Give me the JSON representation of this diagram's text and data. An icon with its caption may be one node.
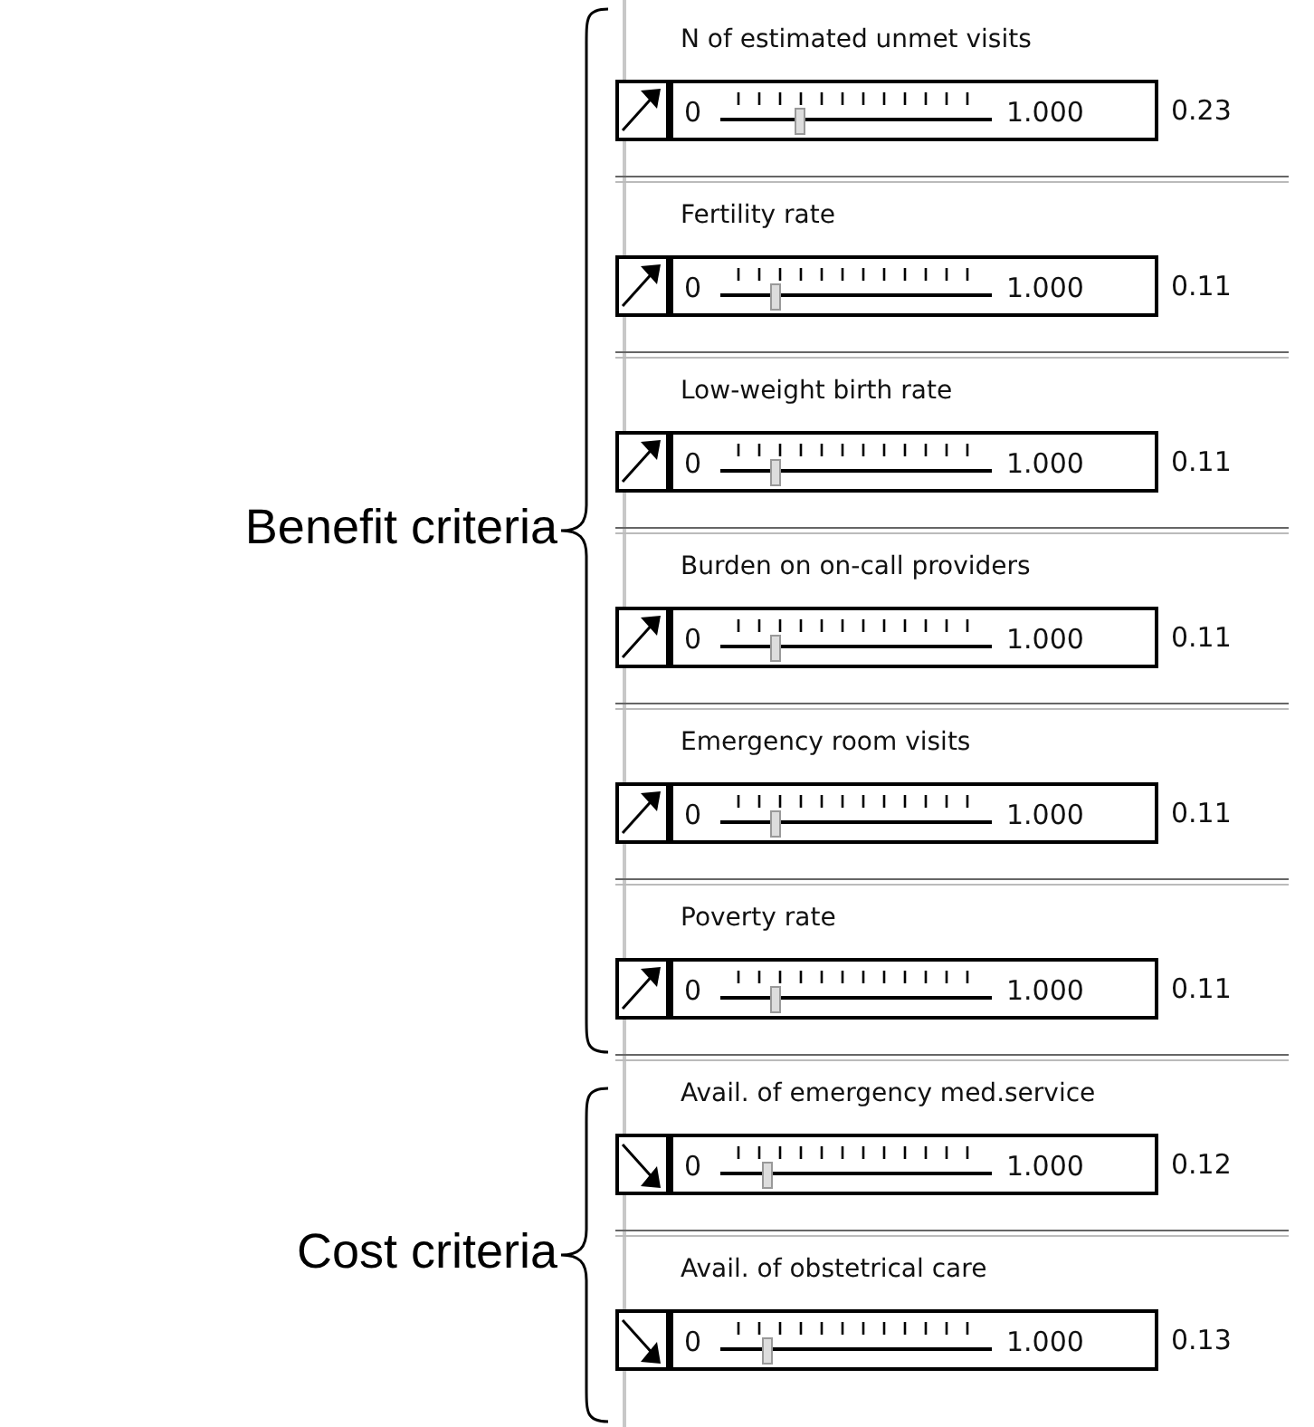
{
  "diagram": {
    "labels": [
      "N of estimated unmet visits",
      "0",
      "1.000",
      "0.23",
      "Fertility rate",
      "0",
      "1.000",
      "0.11",
      "Low-weight birth rate",
      "0",
      "1.000",
      "0.11",
      "Burden on on-call providers",
      "0",
      "1.000",
      "0.11",
      "Emergency room visits",
      "0",
      "1.000",
      "0.11",
      "Poverty rate",
      "0",
      "1.000",
      "0.11",
      "Avail. of emergency med.service",
      "0",
      "1.000",
      "0.12",
      "Avail. of obstetrical care",
      "0",
      "1.000",
      "0.13",
      "Benefit criteria",
      "Cost criteria"
    ]
  }
}
